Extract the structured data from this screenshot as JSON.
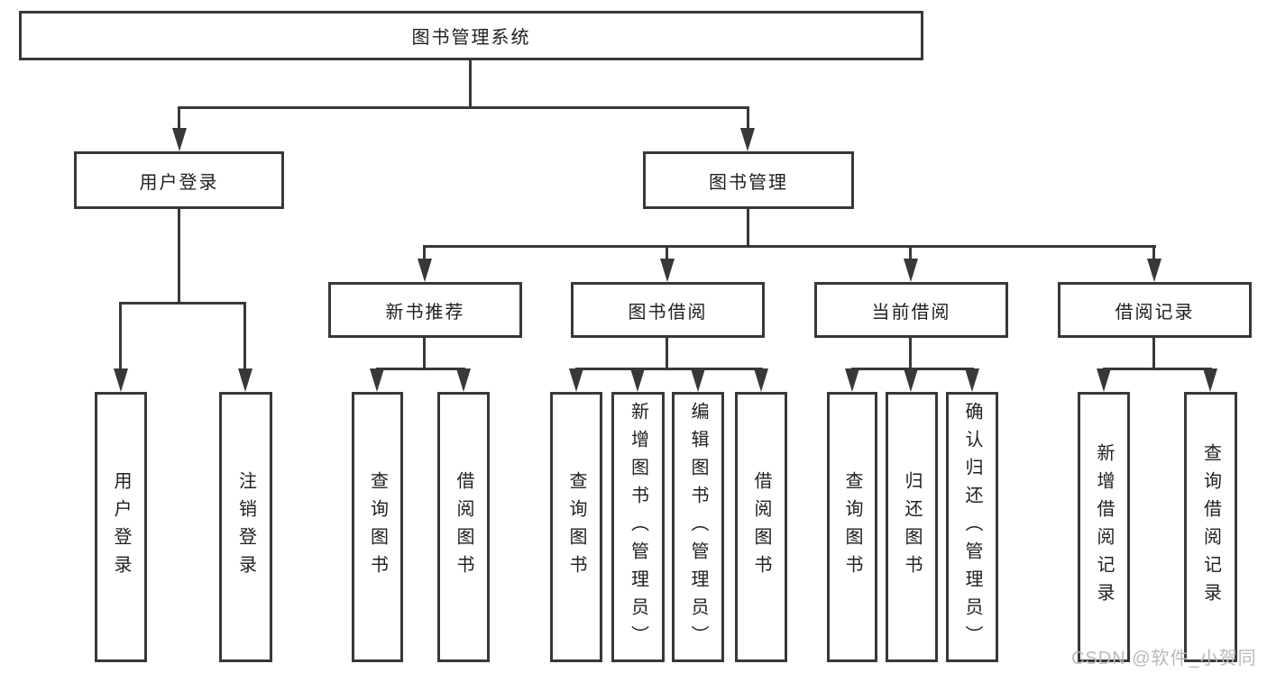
{
  "diagram": {
    "title": "图书管理系统",
    "watermark": "CSDN @软件_小贺同学",
    "colors": {
      "line": "#383838",
      "box_background": "#ffffff",
      "text": "#1f1f1f",
      "watermark": "#b9b9b9"
    },
    "nodes": {
      "root": {
        "label": "图书管理系统"
      },
      "user_login": {
        "label": "用户登录"
      },
      "book_mgmt": {
        "label": "图书管理"
      },
      "leaf_user_login": {
        "label": "用户登录"
      },
      "leaf_logout": {
        "label": "注销登录"
      },
      "new_books": {
        "label": "新书推荐"
      },
      "book_borrow": {
        "label": "图书借阅"
      },
      "current_borrow": {
        "label": "当前借阅"
      },
      "borrow_records": {
        "label": "借阅记录"
      },
      "nb_query": {
        "label": "查询图书"
      },
      "nb_borrow": {
        "label": "借阅图书"
      },
      "bb_query": {
        "label": "查询图书"
      },
      "bb_add": {
        "label": "新增图书（管理员）"
      },
      "bb_edit": {
        "label": "编辑图书（管理员）"
      },
      "bb_borrow": {
        "label": "借阅图书"
      },
      "cb_query": {
        "label": "查询图书"
      },
      "cb_return": {
        "label": "归还图书"
      },
      "cb_confirm": {
        "label": "确认归还（管理员）"
      },
      "br_add": {
        "label": "新增借阅记录"
      },
      "br_query": {
        "label": "查询借阅记录"
      }
    },
    "structure": {
      "图书管理系统": [
        "用户登录",
        "图书管理"
      ],
      "用户登录": [
        "用户登录",
        "注销登录"
      ],
      "图书管理": [
        "新书推荐",
        "图书借阅",
        "当前借阅",
        "借阅记录"
      ],
      "新书推荐": [
        "查询图书",
        "借阅图书"
      ],
      "图书借阅": [
        "查询图书",
        "新增图书（管理员）",
        "编辑图书（管理员）",
        "借阅图书"
      ],
      "当前借阅": [
        "查询图书",
        "归还图书",
        "确认归还（管理员）"
      ],
      "借阅记录": [
        "新增借阅记录",
        "查询借阅记录"
      ]
    }
  }
}
